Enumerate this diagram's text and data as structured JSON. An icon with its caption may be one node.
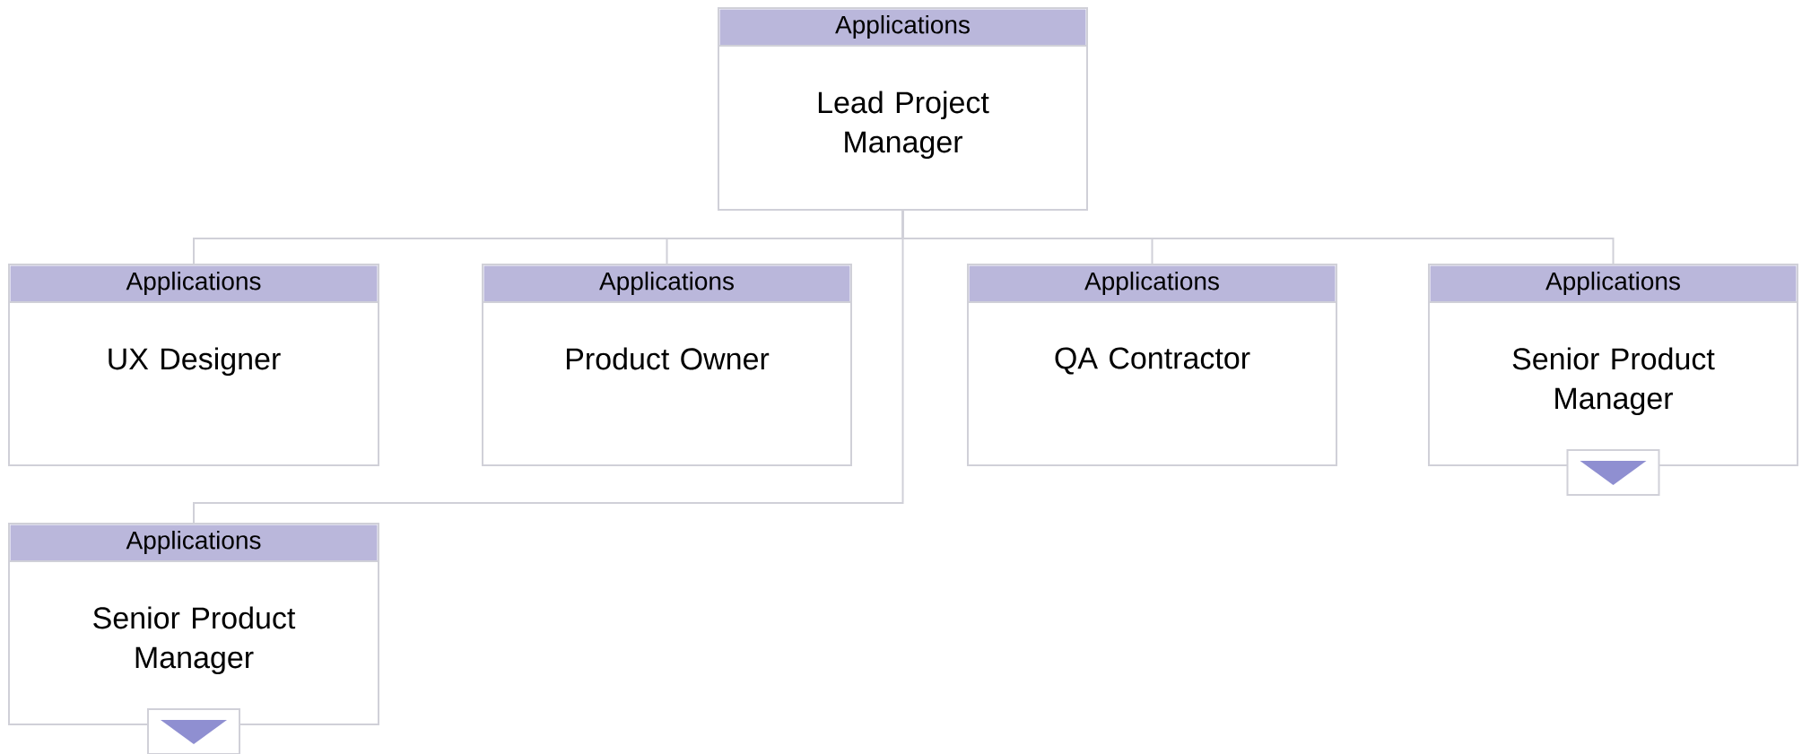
{
  "diagram": {
    "nodes": [
      {
        "text": [
          "Applications",
          "Lead Project Manager"
        ]
      },
      {
        "text": [
          "Applications",
          "UX Designer"
        ]
      },
      {
        "text": [
          "Applications",
          "Product Owner"
        ]
      },
      {
        "text": [
          "Applications",
          "QA Contractor"
        ]
      },
      {
        "text": [
          "Applications",
          "Senior Product Manager"
        ]
      },
      {
        "text": [
          "Applications",
          "Senior Product Manager"
        ]
      }
    ],
    "edges": [
      {
        "from": 0,
        "to": 1,
        "arrow": "none"
      },
      {
        "from": 0,
        "to": 2,
        "arrow": "none"
      },
      {
        "from": 0,
        "to": 3,
        "arrow": "none"
      },
      {
        "from": 0,
        "to": 4,
        "arrow": "none"
      },
      {
        "from": 0,
        "to": 5,
        "arrow": "none"
      }
    ]
  }
}
